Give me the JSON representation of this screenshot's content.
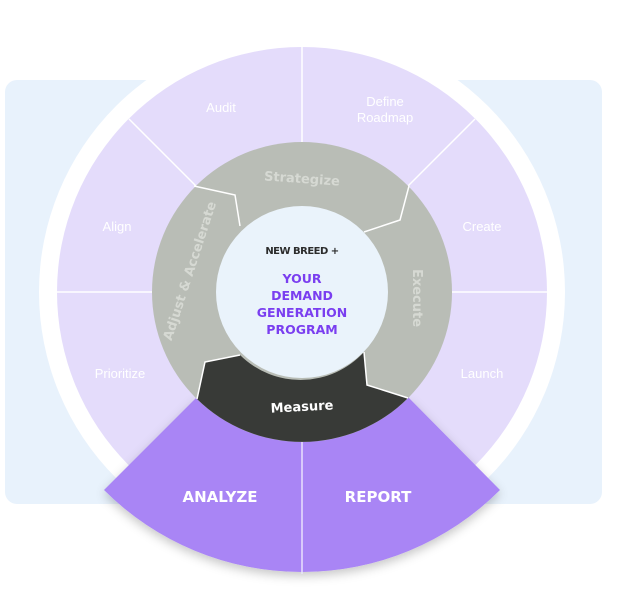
{
  "brand": "NEW BREED +",
  "center_title": [
    "YOUR",
    "DEMAND",
    "GENERATION",
    "PROGRAM"
  ],
  "inner_ring": {
    "strategize": "Strategize",
    "execute": "Execute",
    "measure": "Measure",
    "adjust": "Adjust & Accelerate"
  },
  "outer_ring": {
    "audit": "Audit",
    "define_roadmap": [
      "Define",
      "Roadmap"
    ],
    "create": "Create",
    "launch": "Launch",
    "prioritize": "Prioritize",
    "align": "Align",
    "analyze": "ANALYZE",
    "report": "REPORT"
  },
  "colors": {
    "background_panel": "#e8f2fc",
    "outer_ring": "#e4dcfb",
    "inner_ring": "#b9bdb6",
    "measure": "#383a37",
    "highlight": "#a985f5",
    "center": "#eaf3fb",
    "accent_text": "#7a3ef0"
  }
}
